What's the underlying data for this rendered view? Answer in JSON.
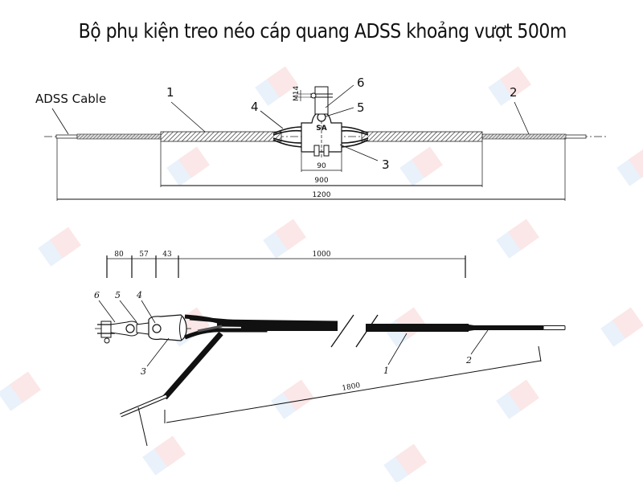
{
  "title": "Bộ phụ kiện treo néo cáp quang ADSS khoảng vượt 500m",
  "top_view": {
    "cable_label": "ADSS Cable",
    "callouts": [
      "1",
      "2",
      "3",
      "4",
      "5",
      "6"
    ],
    "bolt_label": "M14",
    "clamp_mark": "SA",
    "dimensions": {
      "clamp_width": "90",
      "inner_length": "900",
      "total_length": "1200"
    }
  },
  "bottom_view": {
    "callouts": [
      "1",
      "2",
      "3",
      "4",
      "5",
      "6"
    ],
    "dimensions": {
      "d1": "80",
      "d2": "57",
      "d3": "43",
      "d4": "1000",
      "total": "1800"
    }
  },
  "watermark_colors": {
    "red": "#f6c9c9",
    "blue": "#cfe0f4"
  }
}
